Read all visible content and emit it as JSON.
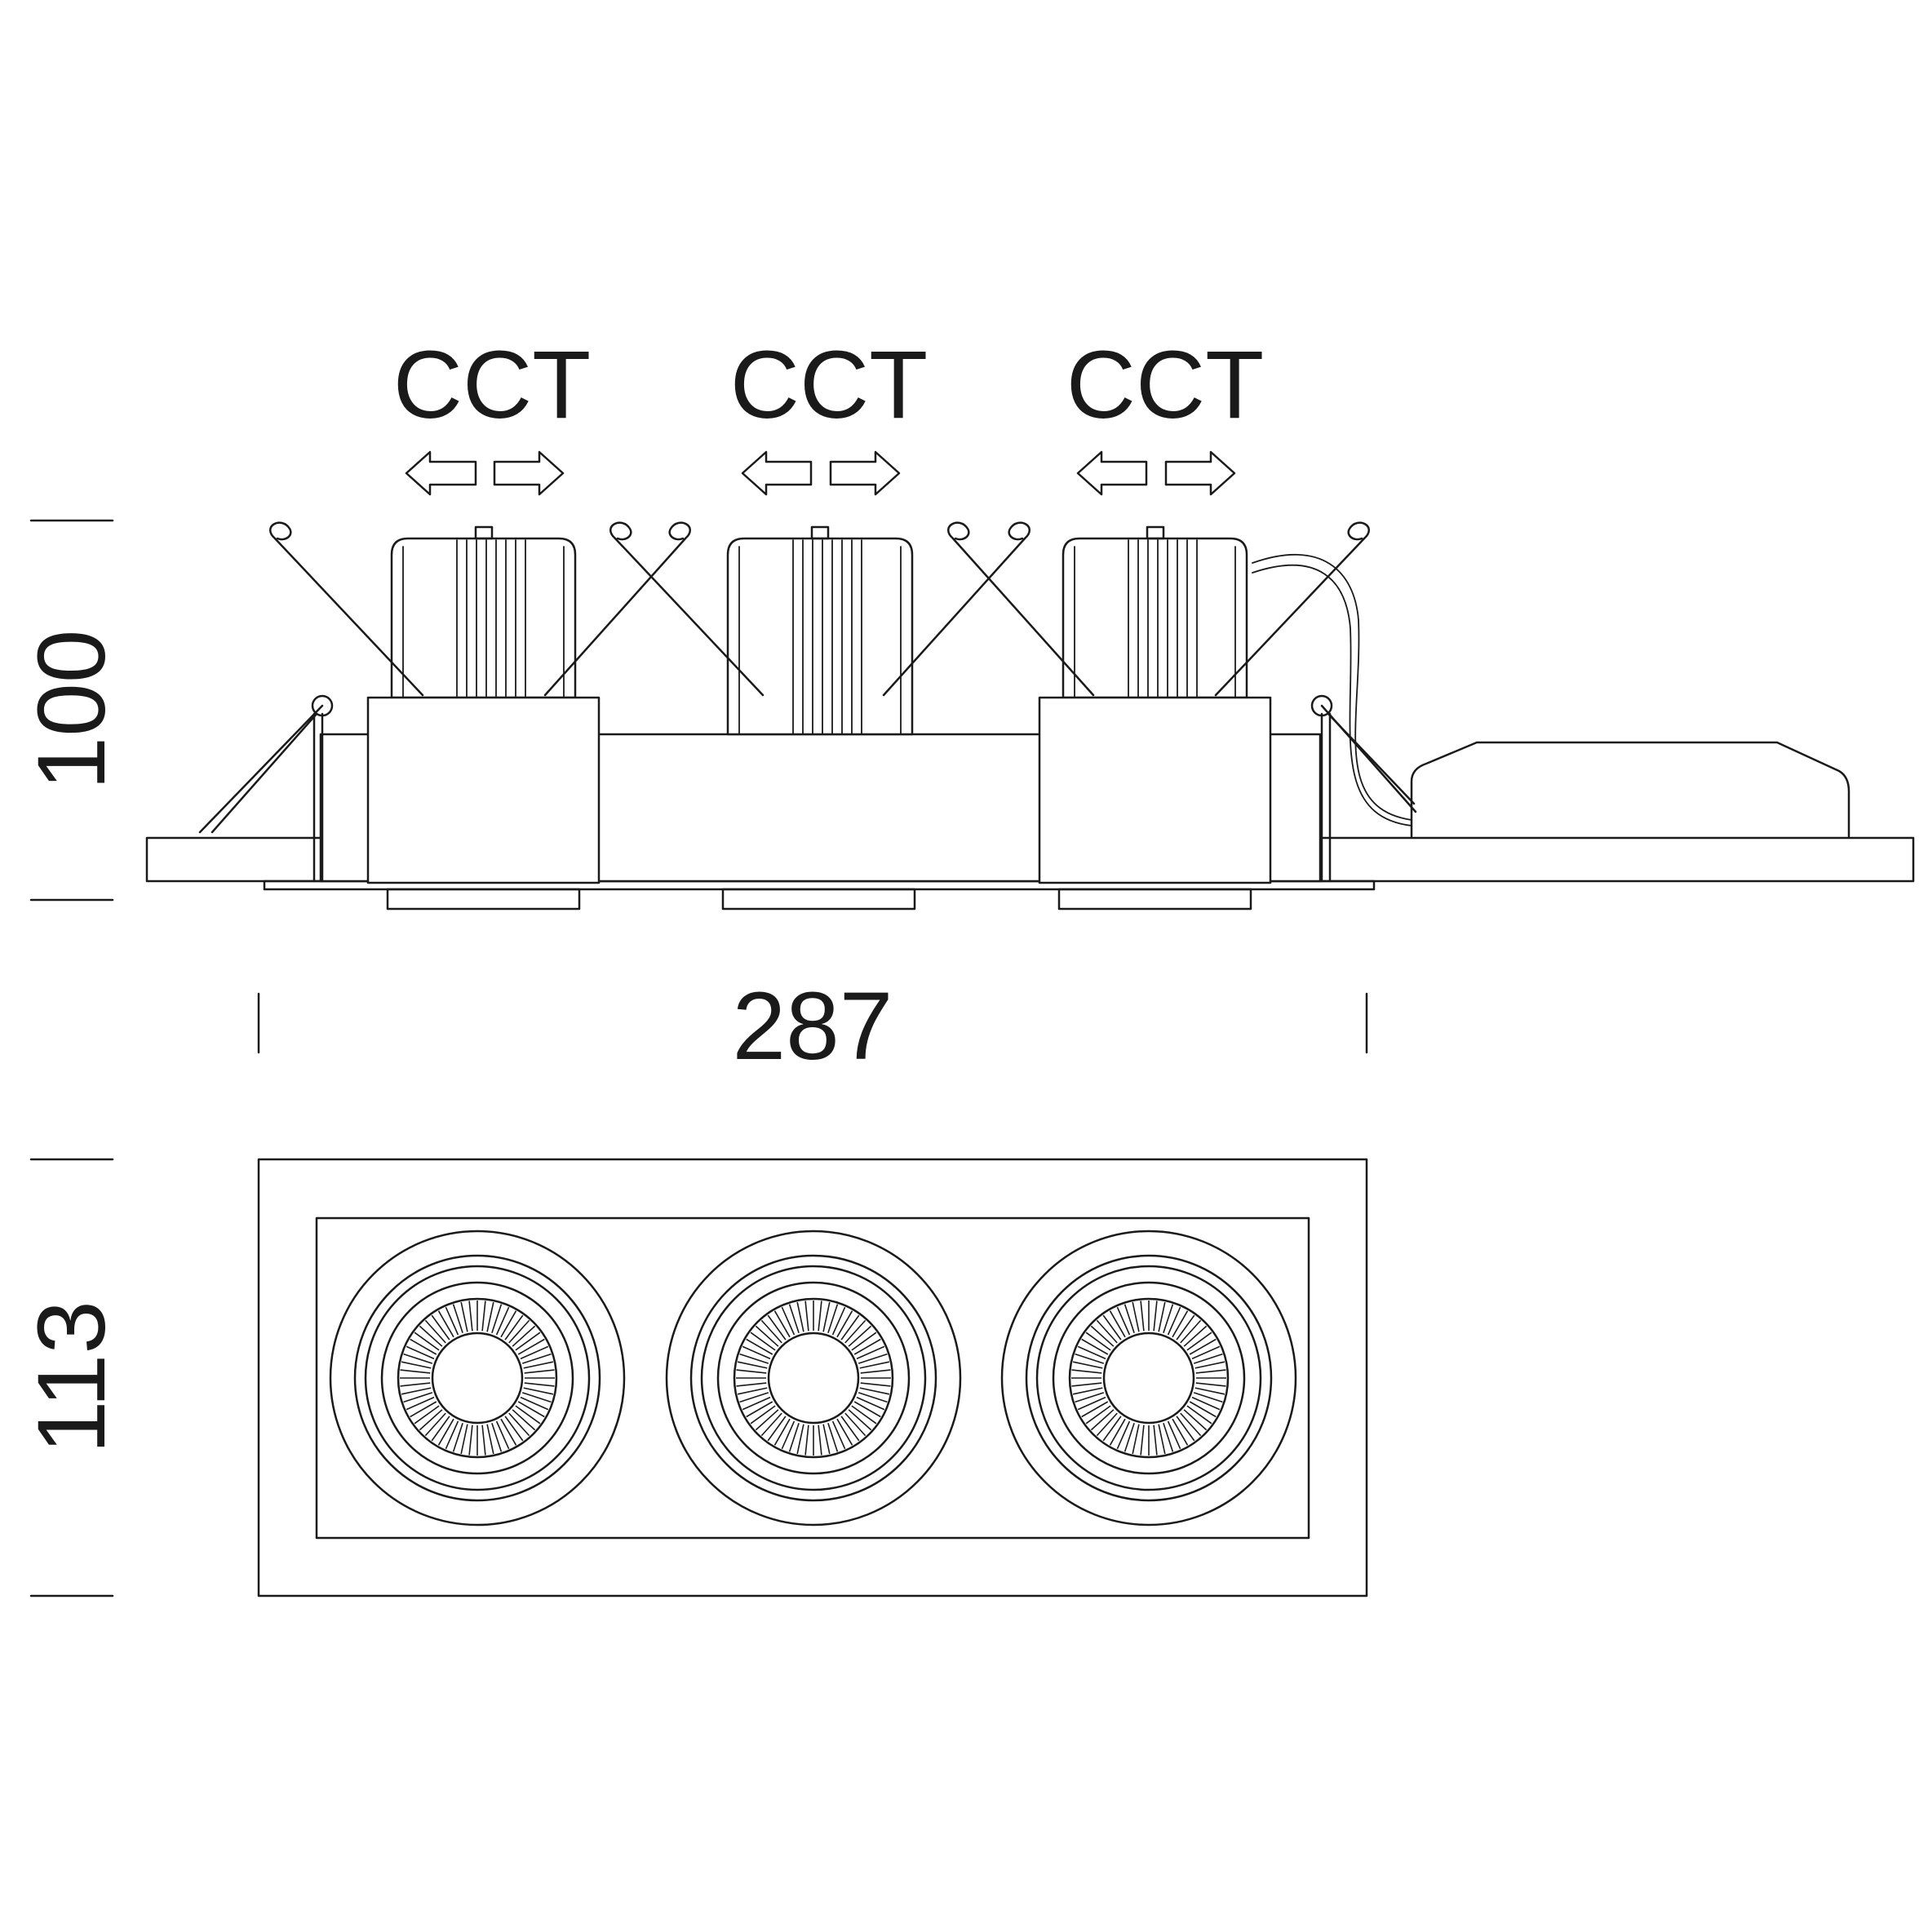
{
  "colors": {
    "line": "#1a1a1a",
    "background": "#ffffff"
  },
  "labels": {
    "cct_1": "CCT",
    "cct_2": "CCT",
    "cct_3": "CCT",
    "dim_height": "100",
    "dim_width": "287",
    "dim_depth": "113"
  },
  "icons": {
    "adjust_left": "arrow-left-icon",
    "adjust_right": "arrow-right-icon"
  }
}
